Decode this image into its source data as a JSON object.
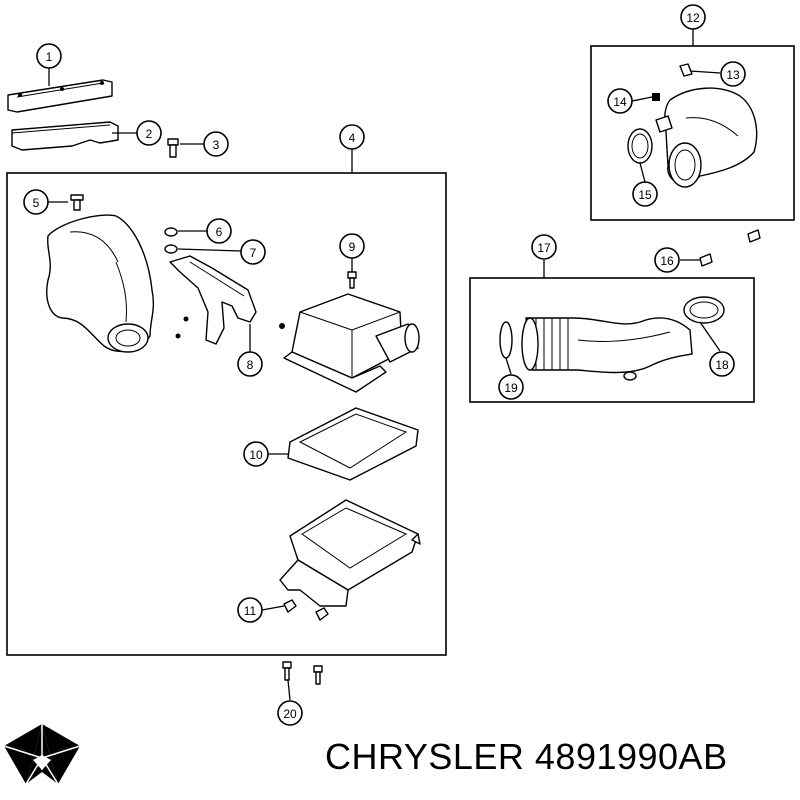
{
  "callouts": [
    "1",
    "2",
    "3",
    "4",
    "5",
    "6",
    "7",
    "8",
    "9",
    "10",
    "11",
    "12",
    "13",
    "14",
    "15",
    "16",
    "17",
    "18",
    "19",
    "20"
  ],
  "brand": {
    "text": "CHRYSLER 4891990AB",
    "logo": "chrysler-pentastar-logo"
  },
  "colors": {
    "line": "#000000",
    "background": "#ffffff"
  }
}
